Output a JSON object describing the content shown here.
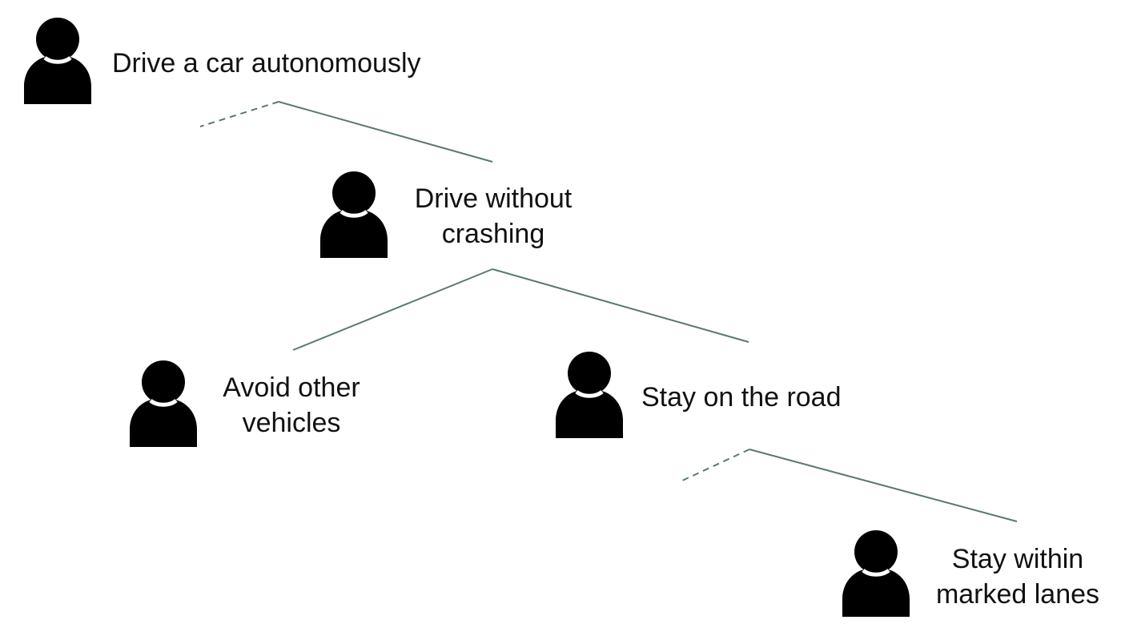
{
  "colors": {
    "connector": "#5c7a68",
    "icon": "#000000",
    "text": "#111111",
    "background": "#ffffff"
  },
  "nodes": {
    "drive_autonomously": {
      "icon": "person-icon",
      "lines": [
        "Drive a car autonomously"
      ]
    },
    "drive_without_crashing": {
      "icon": "person-icon",
      "lines": [
        "Drive without",
        "crashing"
      ]
    },
    "avoid_other_vehicles": {
      "icon": "person-icon",
      "lines": [
        "Avoid other",
        "vehicles"
      ]
    },
    "stay_on_road": {
      "icon": "person-icon",
      "lines": [
        "Stay on the road"
      ]
    },
    "stay_within_lanes": {
      "icon": "person-icon",
      "lines": [
        "Stay within",
        "marked lanes"
      ]
    }
  },
  "edges": [
    {
      "from": "drive_autonomously",
      "to": "hidden-sibling",
      "style": "dashed"
    },
    {
      "from": "drive_autonomously",
      "to": "drive_without_crashing",
      "style": "solid"
    },
    {
      "from": "drive_without_crashing",
      "to": "avoid_other_vehicles",
      "style": "solid"
    },
    {
      "from": "drive_without_crashing",
      "to": "stay_on_road",
      "style": "solid"
    },
    {
      "from": "stay_on_road",
      "to": "hidden-sibling",
      "style": "dashed"
    },
    {
      "from": "stay_on_road",
      "to": "stay_within_lanes",
      "style": "solid"
    }
  ]
}
